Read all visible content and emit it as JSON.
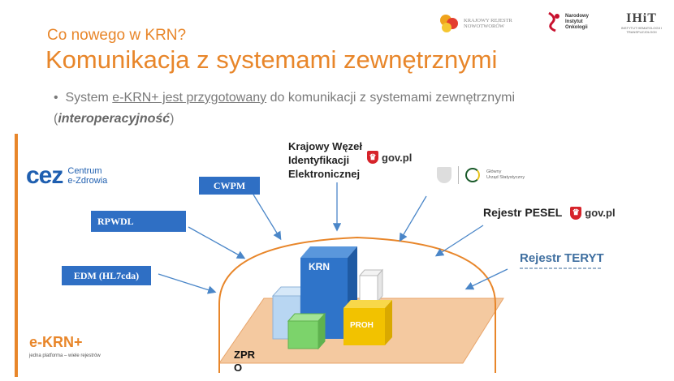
{
  "header": {
    "subtitle": "Co nowego w KRN?",
    "title": "Komunikacja z systemami zewnętrznymi"
  },
  "bullet": {
    "part1": "System ",
    "part2": "e-KRN+ jest przygotowany",
    "part3": " do komunikacji z systemami zewnętrznymi",
    "part4_open": "(",
    "part4_em": "interoperacyjność",
    "part4_close": ")"
  },
  "logos": {
    "krn_line1": "KRAJOWY REJESTR",
    "krn_line2": "NOWOTWORÓW",
    "nio_line1": "Narodowy",
    "nio_line2": "Instytut",
    "nio_line3": "Onkologii",
    "iht_text": "IHiT",
    "iht_sub": "INSTYTUT HEMATOLOGII I TRANSFUZJOLOGII"
  },
  "systems": {
    "cez_short": "cez",
    "cez_line1": "Centrum",
    "cez_line2": "e-Zdrowia",
    "cwpm": "CWPM",
    "rpwdl": "RPWDL",
    "edm": "EDM (HL7cda)",
    "kwie_line1": "Krajowy Węzeł",
    "kwie_line2": "Identyfikacji",
    "kwie_line3": "Elektronicznej",
    "gov_text": "gov.pl",
    "gus_line1": "Główny",
    "gus_line2": "Urząd Statystyczny",
    "pesel": "Rejestr PESEL",
    "teryt_a": "Rejestr ",
    "teryt_b": "TERYT"
  },
  "blocks": {
    "krn": "KRN",
    "proh": "PROH",
    "zpro_line1": "ZPR",
    "zpro_line2": "O"
  },
  "footer": {
    "brand": "e-KRN+",
    "tagline": "jedna platforma – wiele rejestrów"
  },
  "colors": {
    "accent": "#e8862a",
    "blue": "#2f6fc4",
    "arrow": "#4a86c8",
    "krn_block": "#2f74c9",
    "proh_block": "#f2c200",
    "green_block": "#7cd36b",
    "light_block": "#b8d6f2",
    "floor": "#f4c9a0"
  }
}
